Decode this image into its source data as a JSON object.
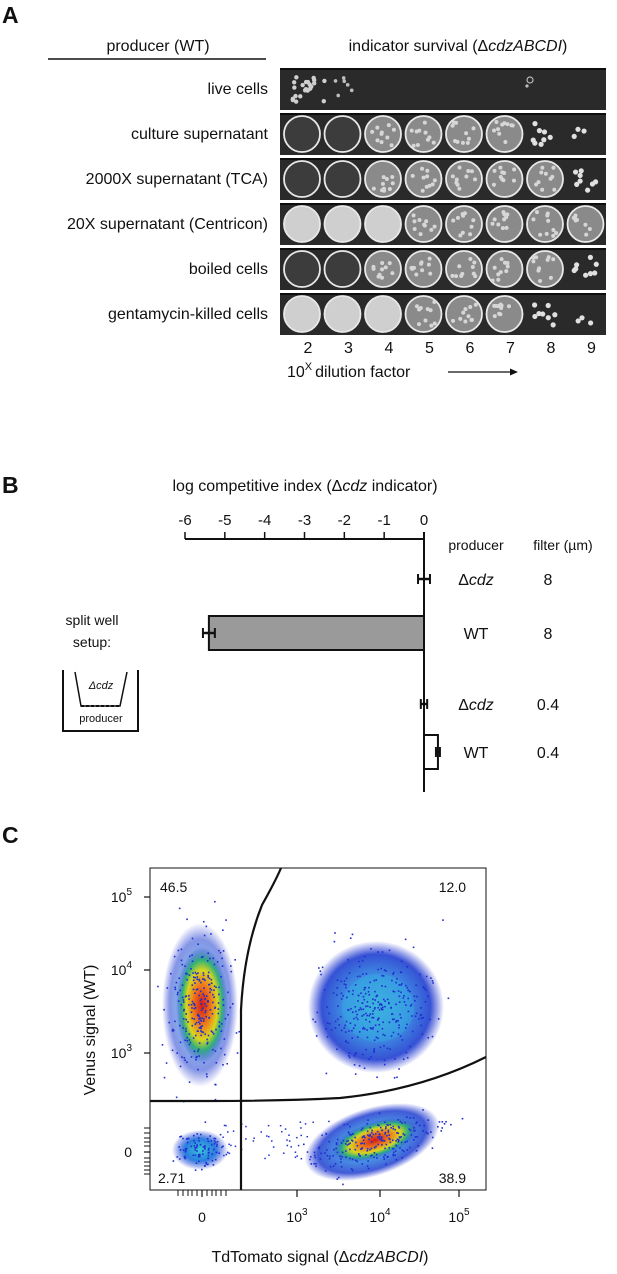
{
  "panelA": {
    "label": "A",
    "producer_header": "producer (WT)",
    "indicator_header": "indicator survival (ΔcdzABCDI)",
    "indicator_header_prefix": "indicator survival (Δ",
    "indicator_header_italic": "cdzABCDI",
    "indicator_header_suffix": ")",
    "rows": [
      "live cells",
      "culture supernatant",
      "2000X supernatant (TCA)",
      "20X supernatant (Centricon)",
      "boiled cells",
      "gentamycin-killed cells"
    ],
    "dilutions": [
      "2",
      "3",
      "4",
      "5",
      "6",
      "7",
      "8",
      "9"
    ],
    "dilution_base": "10",
    "dilution_exp": "X",
    "dilution_text": "dilution factor"
  },
  "panelB": {
    "label": "B",
    "axis_title_prefix": "log competitive index (Δ",
    "axis_title_italic": "cdz",
    "axis_title_suffix": " indicator)",
    "producer_header": "producer",
    "filter_header": "filter (µm)",
    "setup_text_1": "split well",
    "setup_text_2": "setup:",
    "setup_top_label": "Δcdz",
    "setup_bottom_label": "producer",
    "chart_data": {
      "type": "bar",
      "orientation": "horizontal",
      "xlim": [
        -6,
        0
      ],
      "ticks": [
        -6,
        -5,
        -4,
        -3,
        -2,
        -1,
        0
      ],
      "categories": [
        "Δcdz | 8",
        "WT | 8",
        "Δcdz | 0.4",
        "WT | 0.4"
      ],
      "producer": [
        "Δcdz",
        "WT",
        "Δcdz",
        "WT"
      ],
      "filter": [
        "8",
        "8",
        "0.4",
        "0.4"
      ],
      "values": [
        0.0,
        -5.4,
        0.0,
        0.35
      ],
      "errors": [
        0.15,
        0.15,
        0.08,
        0.05
      ]
    }
  },
  "panelC": {
    "label": "C",
    "x_label_prefix": "TdTomato signal (Δ",
    "x_label_italic": "cdzABCDI",
    "x_label_suffix": ")",
    "y_label": "Venus signal (WT)",
    "quadrants": {
      "upper_left": "46.5",
      "upper_right": "12.0",
      "lower_left": "2.71",
      "lower_right": "38.9"
    },
    "x_ticks": [
      {
        "base": "0",
        "exp": ""
      },
      {
        "base": "10",
        "exp": "3"
      },
      {
        "base": "10",
        "exp": "4"
      },
      {
        "base": "10",
        "exp": "5"
      }
    ],
    "y_ticks": [
      {
        "base": "0",
        "exp": ""
      },
      {
        "base": "10",
        "exp": "3"
      },
      {
        "base": "10",
        "exp": "4"
      },
      {
        "base": "10",
        "exp": "5"
      }
    ],
    "chart_data": {
      "type": "scatter",
      "subtype": "flow-cytometry density plot",
      "x_axis": "TdTomato signal (ΔcdzABCDI)",
      "y_axis": "Venus signal (WT)",
      "scale": "biexponential",
      "quadrant_percentages": {
        "upper_left": 46.5,
        "upper_right": 12.0,
        "lower_left": 2.71,
        "lower_right": 38.9
      },
      "populations": [
        {
          "quadrant": "upper_left",
          "center_x": 0,
          "center_y": 3000
        },
        {
          "quadrant": "upper_right",
          "center_x": 8000,
          "center_y": 3500
        },
        {
          "quadrant": "lower_left",
          "center_x": 0,
          "center_y": 0
        },
        {
          "quadrant": "lower_right",
          "center_x": 9000,
          "center_y": 0
        }
      ]
    }
  }
}
